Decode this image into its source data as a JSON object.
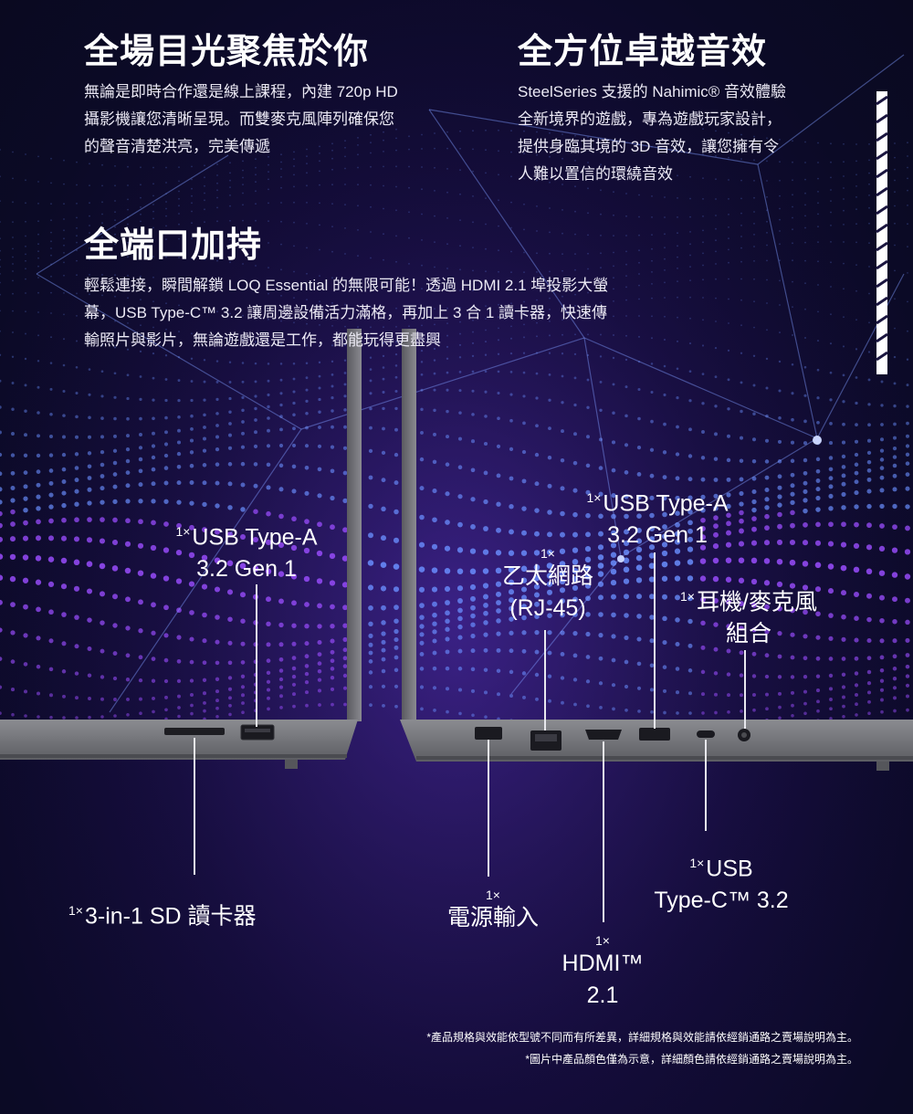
{
  "sections": {
    "camera": {
      "title": "全場目光聚焦於你",
      "lines": [
        "無論是即時合作還是線上課程，內建 720p HD",
        "攝影機讓您清晰呈現。而雙麥克風陣列確保您",
        "的聲音清楚洪亮，完美傳遞"
      ]
    },
    "audio": {
      "title": "全方位卓越音效",
      "lines": [
        "SteelSeries 支援的 Nahimic® 音效體驗",
        "全新境界的遊戲，專為遊戲玩家設計，",
        "提供身臨其境的 3D 音效，讓您擁有令",
        "人難以置信的環繞音效"
      ]
    },
    "ports": {
      "title": "全端口加持",
      "lines": [
        "輕鬆連接，瞬間解鎖 LOQ Essential 的無限可能！透過 HDMI 2.1 埠投影大螢",
        "幕，USB Type-C™ 3.2 讓周邊設備活力滿格，再加上 3 合 1 讀卡器，快速傳",
        "輸照片與影片，無論遊戲還是工作，都能玩得更盡興"
      ]
    }
  },
  "port_labels": {
    "usb_a_left": {
      "qty": "1×",
      "line1": "USB Type-A",
      "line2": "3.2 Gen 1"
    },
    "sd_reader": {
      "qty": "1×",
      "label": "3-in-1 SD 讀卡器"
    },
    "ethernet": {
      "qty": "1×",
      "line1": "乙太網路",
      "line2": "(RJ-45)"
    },
    "usb_a_right": {
      "qty": "1×",
      "line1": "USB Type-A",
      "line2": "3.2 Gen 1"
    },
    "audio_jack": {
      "qty": "1×",
      "line1": "耳機/麥克風",
      "line2": "組合"
    },
    "power": {
      "qty": "1×",
      "label": "電源輸入"
    },
    "hdmi": {
      "qty": "1×",
      "line1": "HDMI™",
      "line2": "2.1"
    },
    "usb_c": {
      "qty": "1×",
      "line1": "USB",
      "line2": "Type-C™ 3.2"
    }
  },
  "footnotes": [
    "*產品規格與效能依型號不同而有所差異，詳細規格與效能請依經銷通路之賣場說明為主。",
    "*圖片中產品顏色僅為示意，詳細顏色請依經銷通路之賣場說明為主。"
  ],
  "colors": {
    "background": "#0b0a26",
    "laptop_body": "#7f8085",
    "dots": "#6a8fff",
    "dots_purple": "#9b4dff"
  }
}
